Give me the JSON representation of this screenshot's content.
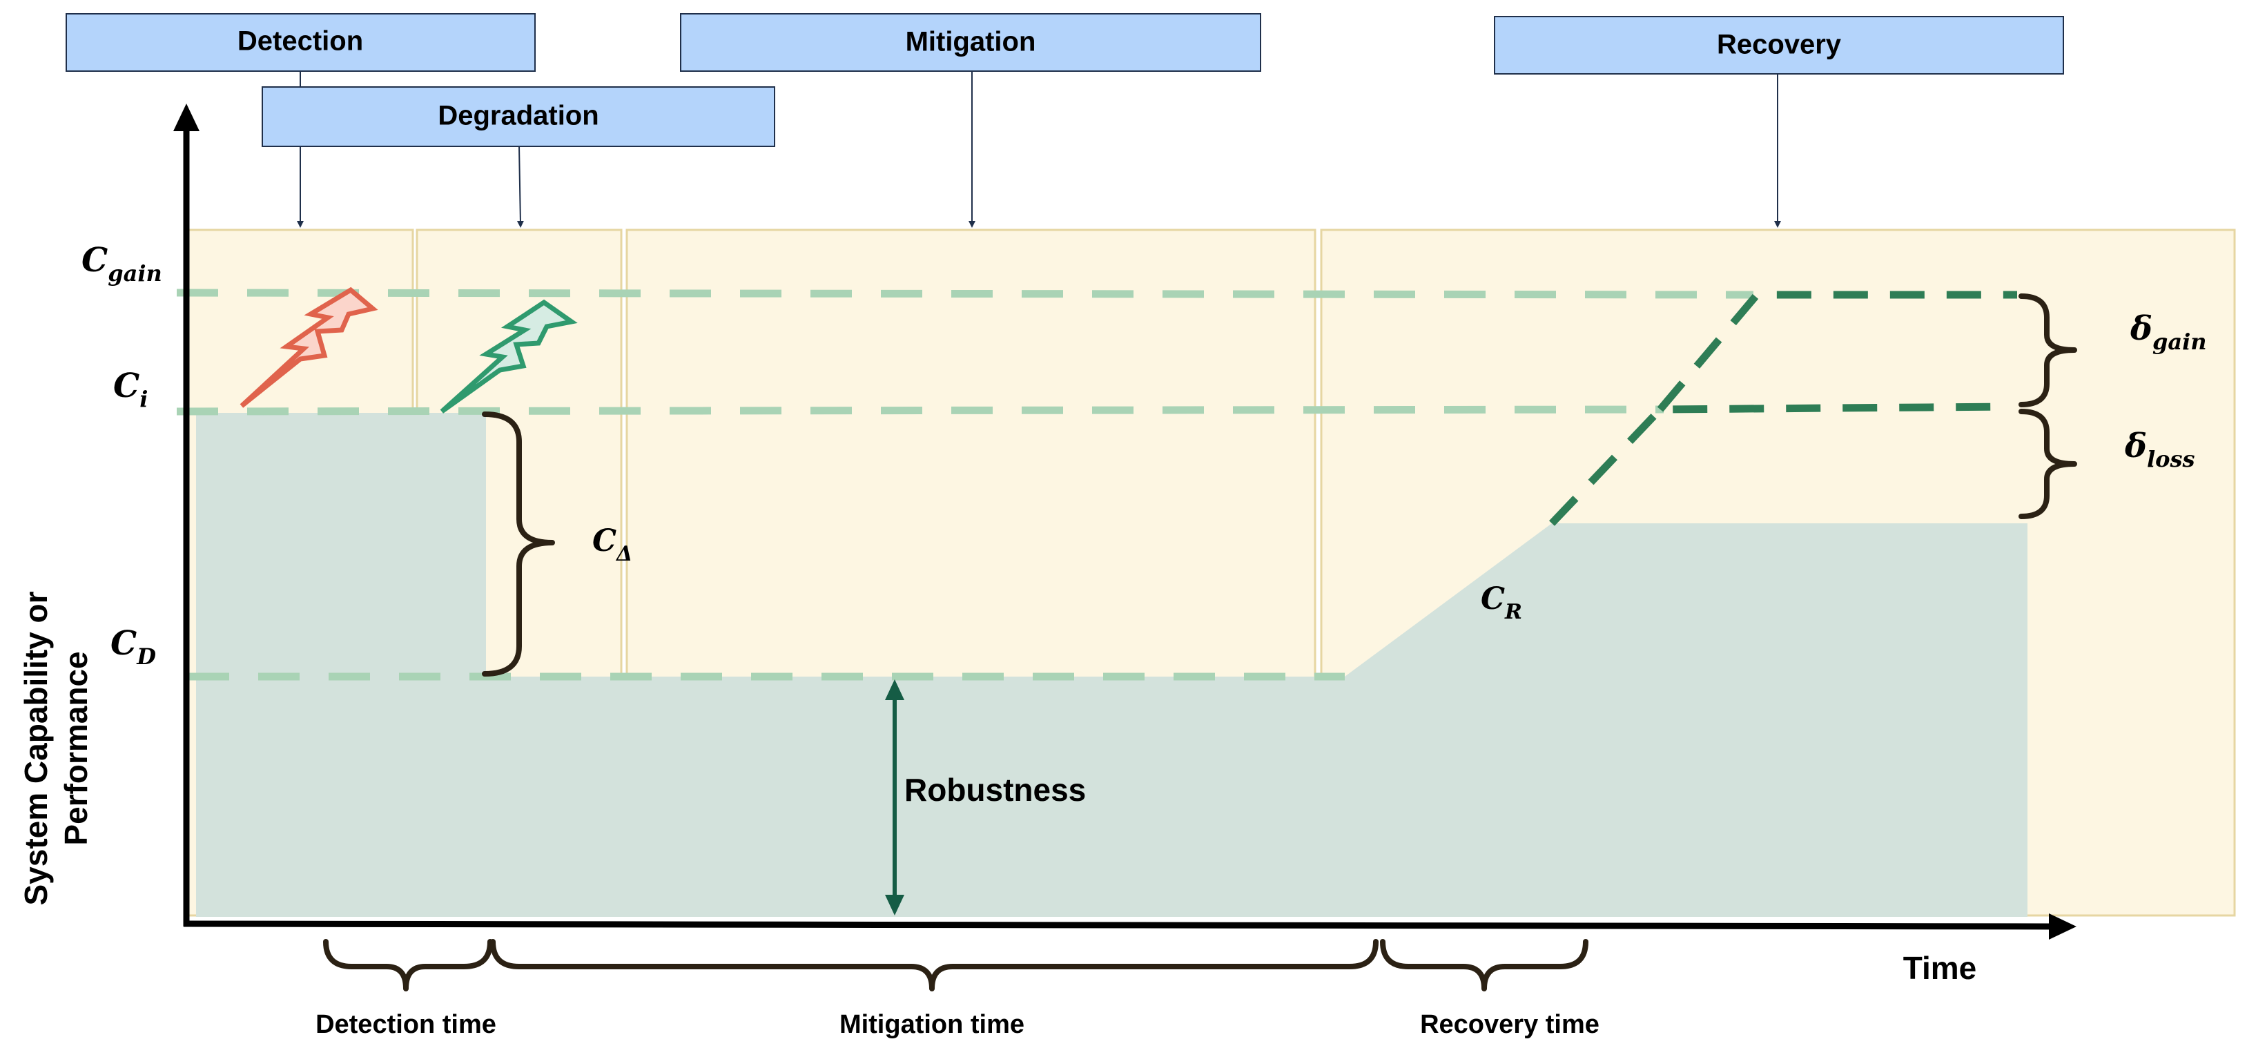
{
  "phases": {
    "detection": "Detection",
    "degradation": "Degradation",
    "mitigation": "Mitigation",
    "recovery": "Recovery"
  },
  "levels": {
    "c_gain": {
      "base": "C",
      "sub": "gain"
    },
    "c_i": {
      "base": "C",
      "sub": "i"
    },
    "c_d": {
      "base": "C",
      "sub": "D"
    },
    "c_delta": {
      "base": "C",
      "sub": "Δ"
    },
    "c_r": {
      "base": "C",
      "sub": "R"
    },
    "delta_gain": {
      "base": "δ",
      "sub": "gain"
    },
    "delta_loss": {
      "base": "δ",
      "sub": "loss"
    }
  },
  "labels": {
    "robustness": "Robustness",
    "y_axis_line1": "System Capability or",
    "y_axis_line2": "Performance",
    "x_axis": "Time"
  },
  "durations": {
    "detection": "Detection time",
    "mitigation": "Mitigation time",
    "recovery": "Recovery time"
  },
  "colors": {
    "phase_box": "#b4d4fb",
    "phase_box_border": "#1f2f4a",
    "phase_band": "#fdf6e2",
    "phase_band_border": "#e6d6a2",
    "capability_fill": "#d3e2dc",
    "dashed_light": "#a9d3b5",
    "dashed_dark": "#2e7d55",
    "robustness_arrow": "#155c45",
    "disruption_bolt_stroke": "#e0634c",
    "disruption_bolt_fill": "#fbd5cb",
    "recovery_bolt_stroke": "#2f9a6e",
    "recovery_bolt_fill": "#d6ece3",
    "axis": "#000000",
    "brace": "#2b2114"
  },
  "icons": {
    "disruption": "lightning-bolt-icon",
    "recovery_action": "lightning-bolt-icon"
  }
}
